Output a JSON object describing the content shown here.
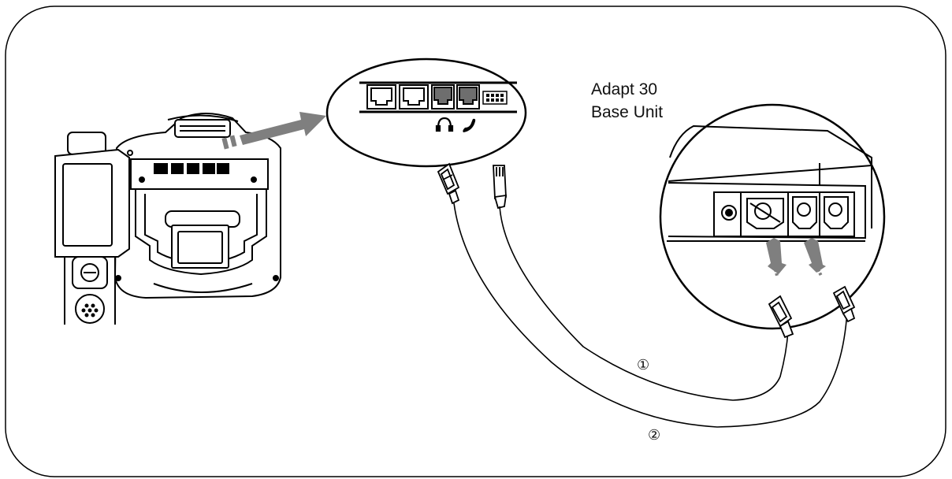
{
  "base_unit": {
    "line1": "Adapt 30",
    "line2": "Base Unit"
  },
  "steps": {
    "step1": "①",
    "step2": "②"
  },
  "colors": {
    "stroke": "#000000",
    "arrow": "#7f7f7f",
    "port_dark": "#6e6e6e"
  }
}
